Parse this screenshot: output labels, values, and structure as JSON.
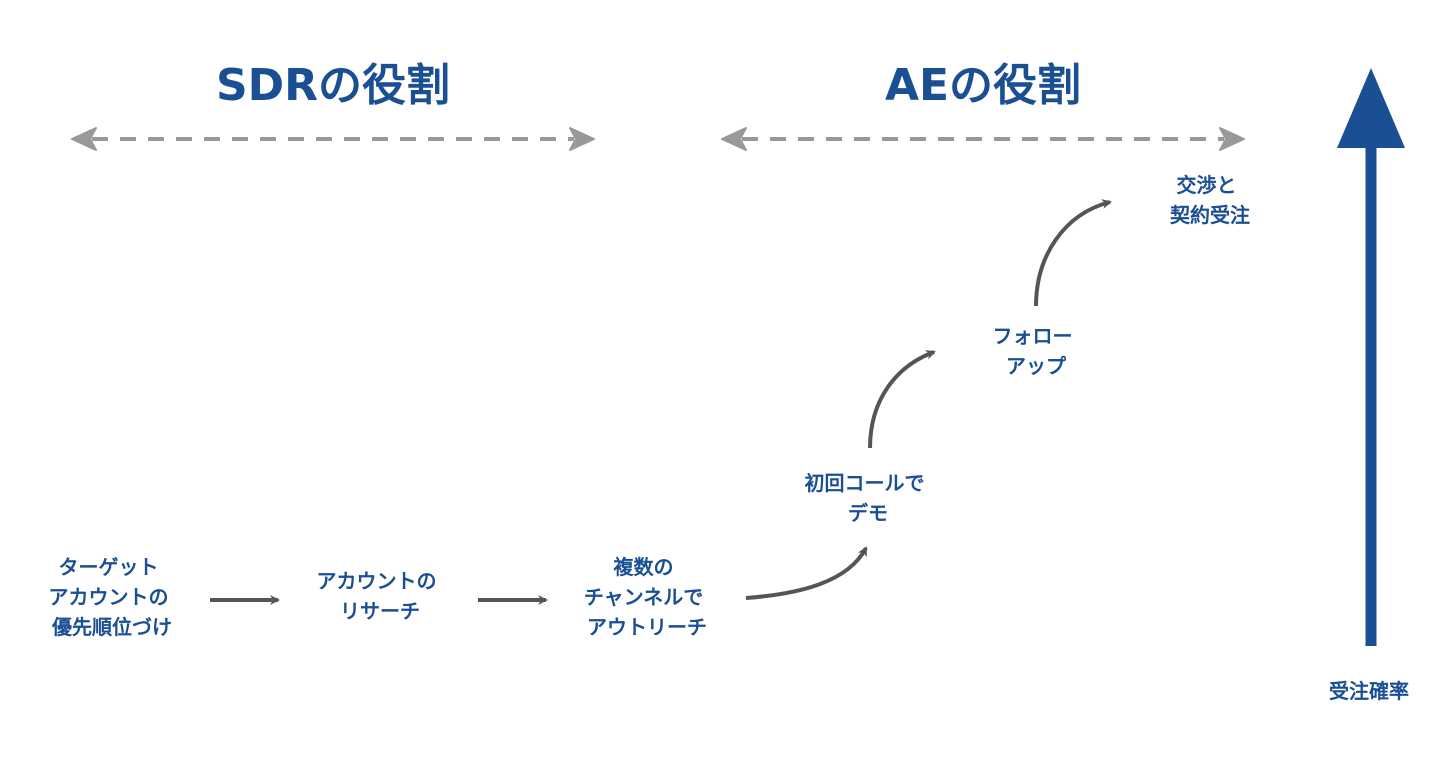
{
  "colors": {
    "accent": "#1b4f93",
    "dashed_arrow": "#999999",
    "flow_arrow": "#555555"
  },
  "roles": {
    "sdr": "SDRの役割",
    "ae": "AEの役割"
  },
  "steps": [
    {
      "lines": [
        "ターゲット",
        "アカウントの",
        "優先順位づけ"
      ]
    },
    {
      "lines": [
        "アカウントの",
        "リサーチ"
      ]
    },
    {
      "lines": [
        "複数の",
        "チャンネルで",
        "アウトリーチ"
      ]
    },
    {
      "lines": [
        "初回コールで",
        "デモ"
      ]
    },
    {
      "lines": [
        "フォロー",
        "アップ"
      ]
    },
    {
      "lines": [
        "交渉と",
        "契約受注"
      ]
    }
  ],
  "axis": {
    "label": "受注確率"
  }
}
